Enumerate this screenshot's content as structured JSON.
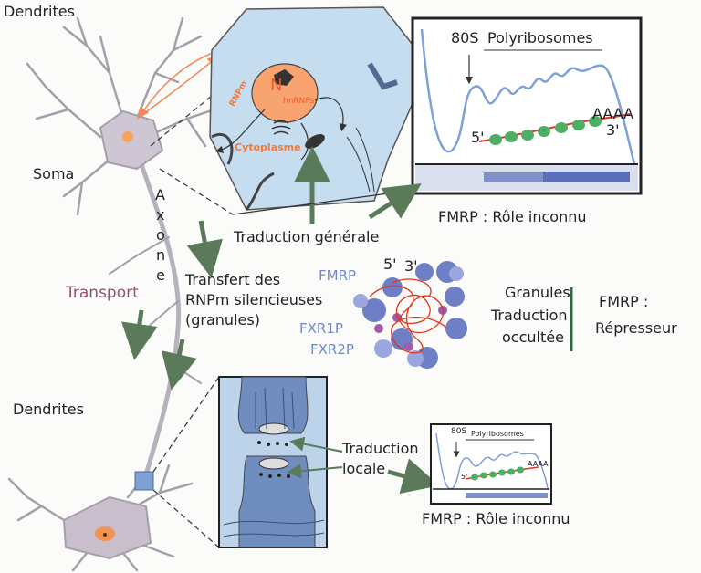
{
  "labels": {
    "dendrites_top": "Dendrites",
    "soma": "Soma",
    "axone_letters": [
      "A",
      "x",
      "o",
      "n",
      "e"
    ],
    "transport": "Transport",
    "dendrites_bottom": "Dendrites",
    "nucleus_n": "N",
    "hnrnps": "hnRNPs",
    "rnpm": "RNPm",
    "cytoplasme": "Cytoplasme",
    "polyribosomes_80s": "80S",
    "polyribosomes": "Polyribosomes",
    "five_prime": "5'",
    "three_prime": "3'",
    "poly_a": "AAAA",
    "fmrp_role_top": "FMRP : Rôle inconnu",
    "traduction_generale": "Traduction générale",
    "transfert_line1": "Transfert des",
    "transfert_line2": "RNPm silencieuses",
    "transfert_line3": "(granules)",
    "fmrp": "FMRP",
    "fxr1p": "FXR1P",
    "fxr2p": "FXR2P",
    "granule_5": "5'",
    "granule_3": "3'",
    "granules_line1": "Granules",
    "granules_line2": "Traduction",
    "granules_line3": "occultée",
    "fmrp_repr_line1": "FMRP :",
    "fmrp_repr_line2": "Répresseur",
    "traduction_locale_line1": "Traduction",
    "traduction_locale_line2": "locale",
    "small_80s": "80S",
    "small_polyribosomes": "Polyribosomes",
    "small_5": "5'",
    "small_aaaa": "AAAA",
    "fmrp_role_bottom": "FMRP : Rôle inconnu"
  },
  "colors": {
    "neuron": "#c8c0cc",
    "neuron_stroke": "#9a93a0",
    "arrow_green": "#5a7a5a",
    "cell_blue": "#c6dcef",
    "nucleus_orange": "#f8a470",
    "ribosome_green": "#4caf63",
    "mrna_red": "#e0341f",
    "profile_blue": "#7fa1d6",
    "fmrp_blue": "#6f87c8",
    "transport_mauve": "#9a4f6a"
  }
}
